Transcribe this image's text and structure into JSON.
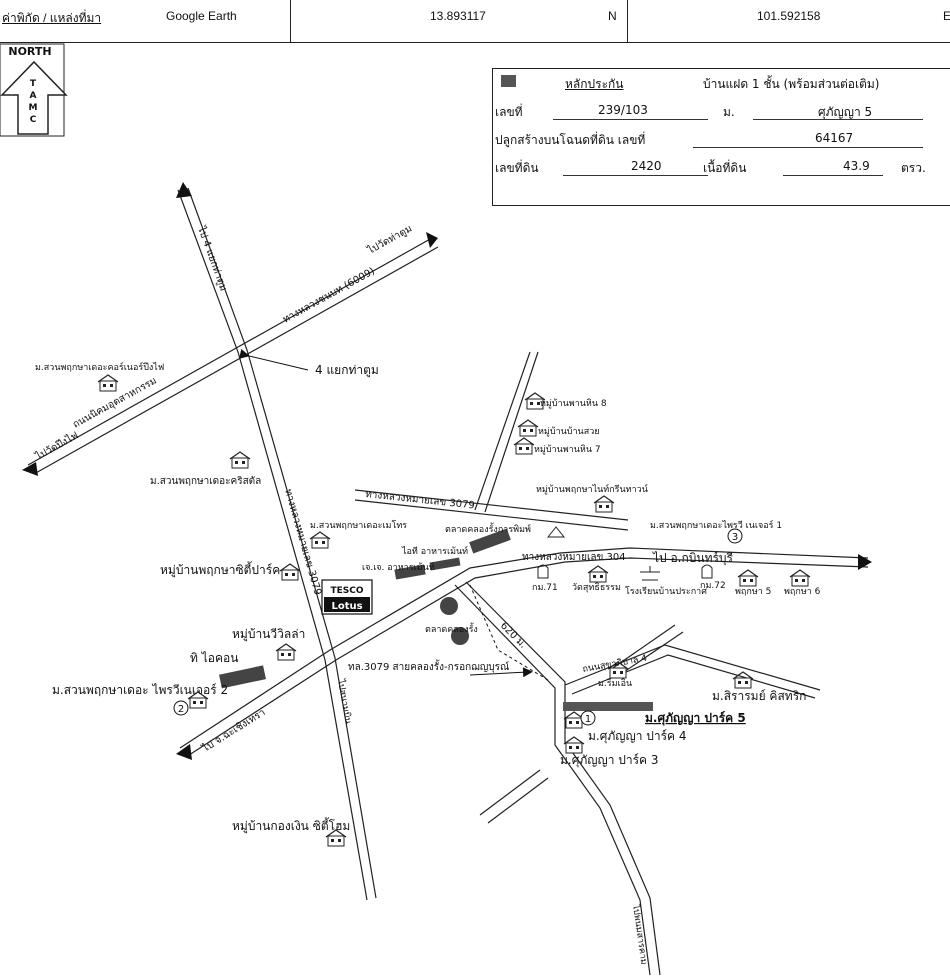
{
  "header": {
    "coord_label": "ค่าพิกัด / แหล่งที่มา",
    "source": "Google Earth",
    "latitude": "13.893117",
    "lat_dir": "N",
    "longitude": "101.592158",
    "lon_dir": "E"
  },
  "north_arrow": {
    "word": "NORTH",
    "letters": [
      "T",
      "A",
      "M",
      "C"
    ]
  },
  "legend": {
    "collateral_label": "หลักประกัน",
    "collateral_type": "บ้านแฝด 1 ชั้น (พร้อมส่วนต่อเติม)",
    "number_label": "เลขที่",
    "number_value": "239/103",
    "village_label": "ม.",
    "village_value": "ศุภัญญา 5",
    "deed_label": "ปลูกสร้างบนโฉนดที่ดิน เลขที่",
    "deed_value": "64167",
    "land_no_label": "เลขที่ดิน",
    "land_no_value": "2420",
    "area_label": "เนื้อที่ดิน",
    "area_value": "43.9",
    "area_unit": "ตรว."
  },
  "map": {
    "to_tha_tum": "ไปวัดท่าตูม",
    "hwy_6009": "ทางหลวงชนบท (6009)",
    "to_pang_fai": "ไปวัดปึงไฟ",
    "road_nikhom": "ถนนนิคมอุตสาหกรรม",
    "to_4way": "ไป 4 แยกท่าตูม",
    "junction_label": "4 แยกท่าตูม",
    "village_pang_fai": "ม.สวนพฤกษาเดอะคอร์เนอร์ปึงไฟ",
    "village_krisda": "ม.สวนพฤกษาเดอะคริสตัล",
    "village_metro": "ม.สวนพฤกษาเดอะเมโทร",
    "village_city_park": "หมู่บ้านพฤกษาซิตี้ปาร์ค",
    "tesco_top": "TESCO",
    "tesco_bottom": "Lotus",
    "ht_3079": "ทางหลวงหมายเลข 3079",
    "road_3079_vert": "ทางหลวงหมายเลข 3079",
    "ht_304": "ทางหลวงหมายเลข 304",
    "to_prachinburi": "ไป อ.กบินทร์บุรี",
    "pan_hin_8": "หมู่บ้านพานหิน 8",
    "ban_suay": "หมู่บ้านบ้านสวย",
    "pan_hin_7": "หมู่บ้านพานหิน 7",
    "village_green": "หมู่บ้านพฤกษาไนท์กรีนทาวน์",
    "village_corner1": "ม.สวนพฤกษาเดอะไพรวี เนเจอร์ 1",
    "market_kr": "ตลาดคลองรั้งการพิมพ์",
    "it_food": "ไอที อาหารเม้นท์",
    "cc_food": "เจ.เจ. อาหารเม้นท์",
    "km71": "กม.71",
    "wat": "วัดสุทธิธรรม",
    "school": "โรงเรียนบ้านประกาศ",
    "km72": "กม.72",
    "pruksa5": "พฤกษา 5",
    "pruksa6": "พฤกษา 6",
    "village_villa": "หมู่บ้านวีวิลล่า",
    "it_icon": "ทิ ไอคอน",
    "village_nature2": "ม.สวนพฤกษาเดอะ ไพรวีเนเจอร์ 2",
    "to_chachoengsao": "ไป จ.ฉะเชิงเทรา",
    "market_klong": "ตลาดคลองรั้ง",
    "distance": "620 ม.",
    "road_3079_name": "ทล.3079 สายคลองรั้ง-กรอกฌญบุรณ์",
    "road_small": "ถนนสุขาภิบาล 4",
    "rim_ean": "ม.ริมเอิน",
    "siramon": "ม.สิรารมย์ คิสทริก",
    "supanya5": "ม.ศุภัญญา ปาร์ค 5",
    "supanya4": "ม.ศุภัญญา ปาร์ค 4",
    "supanya3": "ม.ศุภัญญา ปาร์ค 3",
    "kong_ngern": "หมู่บ้านกองเงิน ซิตี้โฮม",
    "road_bottom": "ไปพนมสารคาม",
    "road_mid": "ไปสนามบิน",
    "marker1": "1",
    "marker2": "2",
    "marker3": "3"
  },
  "colors": {
    "ink": "#111111",
    "collateral": "#555555"
  }
}
